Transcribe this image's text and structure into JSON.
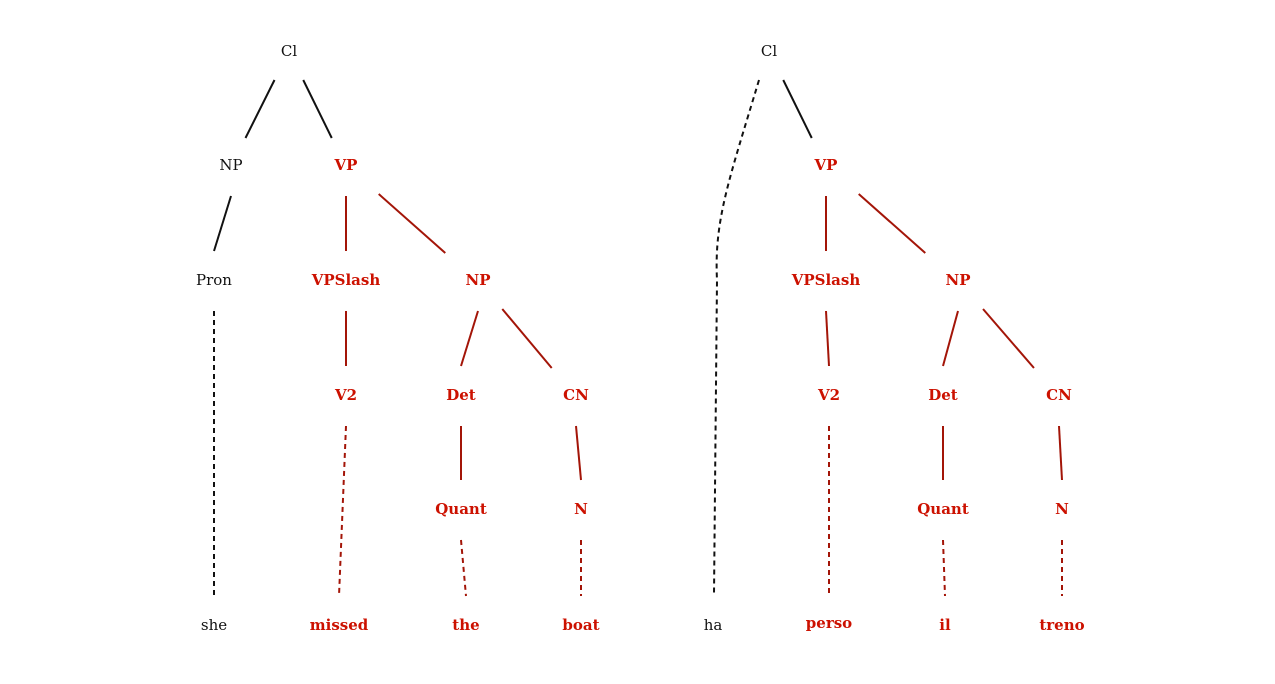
{
  "colors": {
    "plain": "#111111",
    "highlight": "#cc1100",
    "highlight_edge": "#a31508"
  },
  "trees": [
    {
      "nodes": [
        {
          "id": "cl",
          "label": "Cl",
          "hl": false
        },
        {
          "id": "np",
          "label": "NP",
          "hl": false
        },
        {
          "id": "vp",
          "label": "VP",
          "hl": true
        },
        {
          "id": "pron",
          "label": "Pron",
          "hl": false
        },
        {
          "id": "vps",
          "label": "VPSlash",
          "hl": true
        },
        {
          "id": "np2",
          "label": "NP",
          "hl": true
        },
        {
          "id": "v2",
          "label": "V2",
          "hl": true
        },
        {
          "id": "det",
          "label": "Det",
          "hl": true
        },
        {
          "id": "cn",
          "label": "CN",
          "hl": true
        },
        {
          "id": "quant",
          "label": "Quant",
          "hl": true
        },
        {
          "id": "n",
          "label": "N",
          "hl": true
        },
        {
          "id": "w_she",
          "label": "she",
          "hl": false
        },
        {
          "id": "w_missed",
          "label": "missed",
          "hl": true
        },
        {
          "id": "w_the",
          "label": "the",
          "hl": true
        },
        {
          "id": "w_boat",
          "label": "boat",
          "hl": true
        }
      ],
      "edges": [
        {
          "from": "cl",
          "to": "np",
          "dashed": false,
          "hl": false
        },
        {
          "from": "cl",
          "to": "vp",
          "dashed": false,
          "hl": false
        },
        {
          "from": "np",
          "to": "pron",
          "dashed": false,
          "hl": false
        },
        {
          "from": "vp",
          "to": "vps",
          "dashed": false,
          "hl": true
        },
        {
          "from": "vp",
          "to": "np2",
          "dashed": false,
          "hl": true
        },
        {
          "from": "pron",
          "to": "w_she",
          "dashed": true,
          "hl": false
        },
        {
          "from": "vps",
          "to": "v2",
          "dashed": false,
          "hl": true
        },
        {
          "from": "np2",
          "to": "det",
          "dashed": false,
          "hl": true
        },
        {
          "from": "np2",
          "to": "cn",
          "dashed": false,
          "hl": true
        },
        {
          "from": "v2",
          "to": "w_missed",
          "dashed": true,
          "hl": true
        },
        {
          "from": "det",
          "to": "quant",
          "dashed": false,
          "hl": true
        },
        {
          "from": "cn",
          "to": "n",
          "dashed": false,
          "hl": true
        },
        {
          "from": "quant",
          "to": "w_the",
          "dashed": true,
          "hl": true
        },
        {
          "from": "n",
          "to": "w_boat",
          "dashed": true,
          "hl": true
        }
      ]
    },
    {
      "nodes": [
        {
          "id": "cl",
          "label": "Cl",
          "hl": false
        },
        {
          "id": "vp",
          "label": "VP",
          "hl": true
        },
        {
          "id": "vps",
          "label": "VPSlash",
          "hl": true
        },
        {
          "id": "np2",
          "label": "NP",
          "hl": true
        },
        {
          "id": "v2",
          "label": "V2",
          "hl": true
        },
        {
          "id": "det",
          "label": "Det",
          "hl": true
        },
        {
          "id": "cn",
          "label": "CN",
          "hl": true
        },
        {
          "id": "quant",
          "label": "Quant",
          "hl": true
        },
        {
          "id": "n",
          "label": "N",
          "hl": true
        },
        {
          "id": "w_ha",
          "label": "ha",
          "hl": false
        },
        {
          "id": "w_perso",
          "label": "perso",
          "hl": true
        },
        {
          "id": "w_il",
          "label": "il",
          "hl": true
        },
        {
          "id": "w_treno",
          "label": "treno",
          "hl": true
        }
      ],
      "edges": [
        {
          "from": "cl",
          "to": "w_ha",
          "dashed": true,
          "hl": false,
          "curve": true
        },
        {
          "from": "cl",
          "to": "vp",
          "dashed": false,
          "hl": false
        },
        {
          "from": "vp",
          "to": "vps",
          "dashed": false,
          "hl": true
        },
        {
          "from": "vp",
          "to": "np2",
          "dashed": false,
          "hl": true
        },
        {
          "from": "vps",
          "to": "v2",
          "dashed": false,
          "hl": true
        },
        {
          "from": "np2",
          "to": "det",
          "dashed": false,
          "hl": true
        },
        {
          "from": "np2",
          "to": "cn",
          "dashed": false,
          "hl": true
        },
        {
          "from": "v2",
          "to": "w_perso",
          "dashed": true,
          "hl": true
        },
        {
          "from": "det",
          "to": "quant",
          "dashed": false,
          "hl": true
        },
        {
          "from": "cn",
          "to": "n",
          "dashed": false,
          "hl": true
        },
        {
          "from": "quant",
          "to": "w_il",
          "dashed": true,
          "hl": true
        },
        {
          "from": "n",
          "to": "w_treno",
          "dashed": true,
          "hl": true
        }
      ]
    }
  ]
}
